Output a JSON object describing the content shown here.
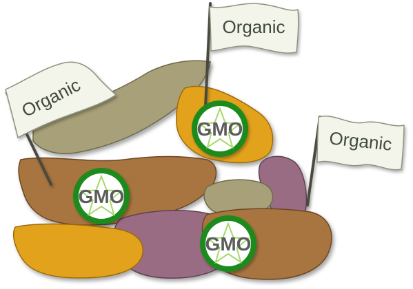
{
  "colors": {
    "khaki": "#a7a078",
    "khaki_dark": "#6f6a4c",
    "brown": "#a8753f",
    "brown_dark": "#6b4722",
    "orange": "#e3a21a",
    "orange_dark": "#9c6b0c",
    "mauve": "#9a6c84",
    "mauve_dark": "#5e3f50",
    "badge_ring": "#1f8a1f",
    "badge_fill": "#ffffff",
    "star_stroke": "#a6d96a",
    "flag_fill": "#f3f4ea",
    "flag_stroke": "#8e927e",
    "pole": "#4a4a3e"
  },
  "badges": [
    {
      "id": "badge-top",
      "text": "GMO",
      "icon": "star-outline-icon"
    },
    {
      "id": "badge-left",
      "text": "GMO",
      "icon": "star-outline-icon"
    },
    {
      "id": "badge-bottom",
      "text": "GMO",
      "icon": "star-outline-icon"
    }
  ],
  "flags": [
    {
      "id": "flag-left",
      "text": "Organic"
    },
    {
      "id": "flag-top",
      "text": "Organic"
    },
    {
      "id": "flag-right",
      "text": "Organic"
    }
  ]
}
